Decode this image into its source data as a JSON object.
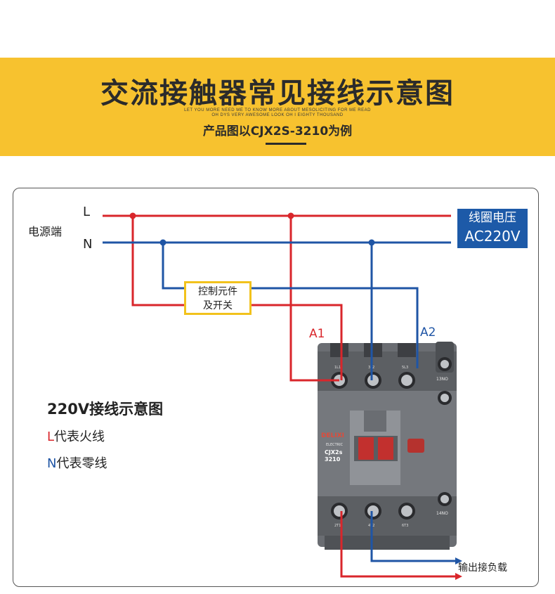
{
  "header": {
    "title": "交流接触器常见接线示意图",
    "tagline_1": "LET YOU MORE NEED ME TO KNOW MORE ABOUT MESOLICITING FOR ME READ",
    "tagline_2": "OH DYS VERY AWESOME LOOK OH I EIGHTY THOUSAND",
    "subtitle": "产品图以CJX2S-3210为例"
  },
  "diagram": {
    "source_label": "电源端",
    "line_L": "L",
    "line_N": "N",
    "coil_voltage_label": "线圈电压",
    "coil_voltage_value": "AC220V",
    "control_label_1": "控制元件",
    "control_label_2": "及开关",
    "terminal_a1": "A1",
    "terminal_a2": "A2",
    "output_label": "输出接负载",
    "colors": {
      "live": "#d9262b",
      "neutral": "#1f55a5",
      "accent": "#f7c22f"
    }
  },
  "device": {
    "brand": "DELIXI",
    "brand_sub": "ELECTRIC",
    "model_1": "CJX2s",
    "model_2": "3210",
    "top_terminals": [
      "1L1",
      "3L2",
      "5L3",
      "13NO"
    ],
    "bottom_terminals": [
      "2T1",
      "4T2",
      "6T3",
      "14NO"
    ]
  },
  "legend": {
    "title": "220V接线示意图",
    "L_letter": "L",
    "L_text": "代表火线",
    "N_letter": "N",
    "N_text": "代表零线"
  }
}
